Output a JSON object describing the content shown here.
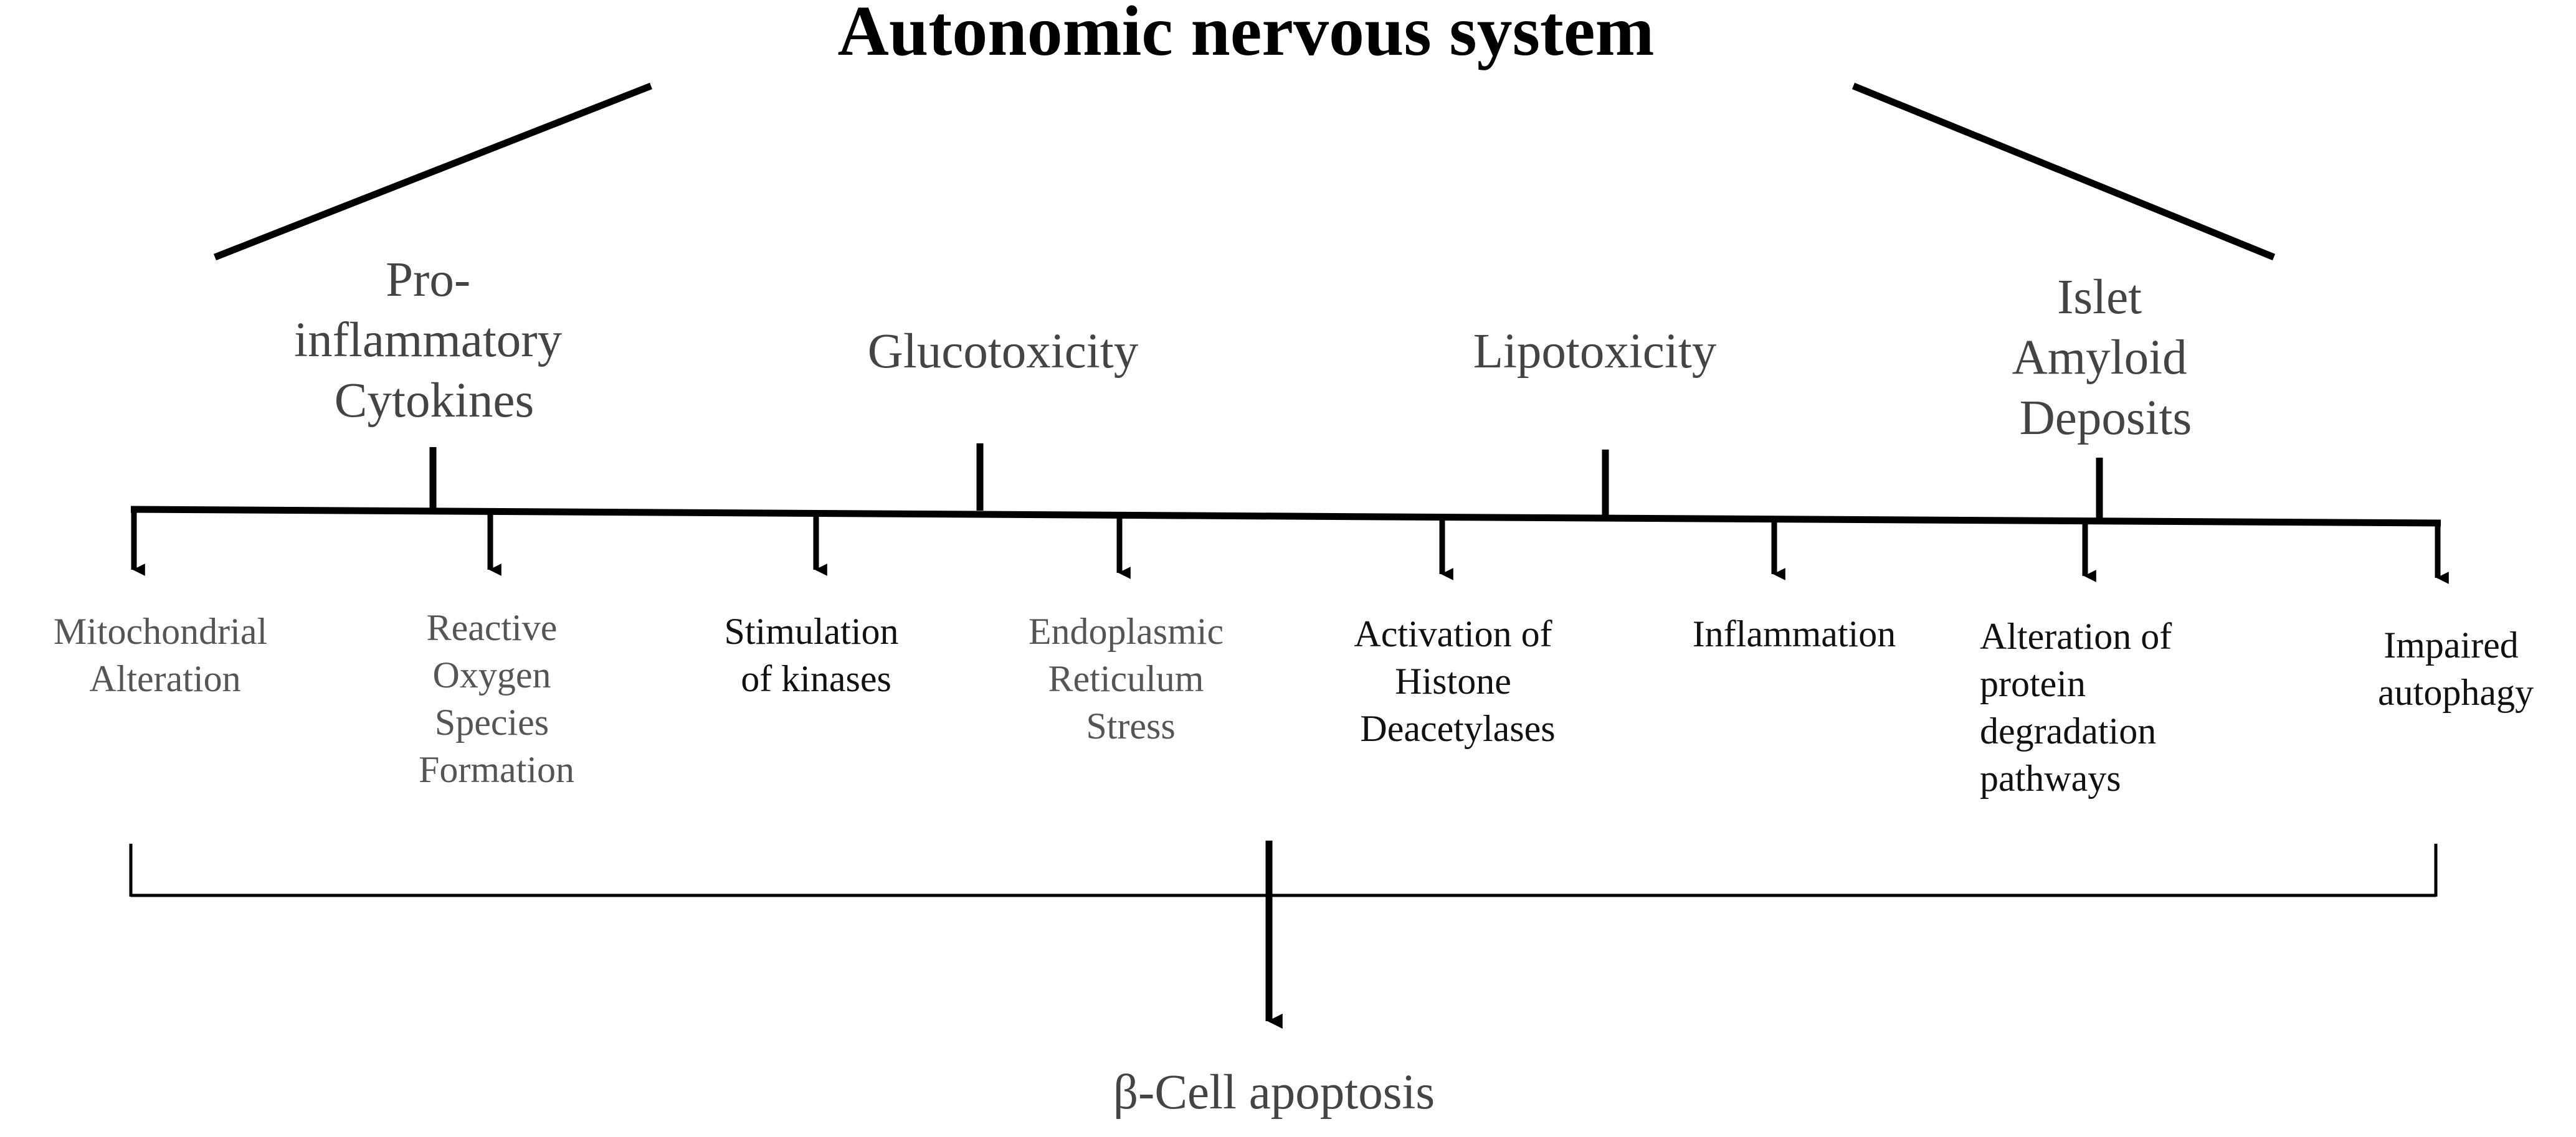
{
  "title": "Autonomic nervous system",
  "factors": [
    {
      "lines": [
        "Pro-",
        "inflammatory",
        "Cytokines"
      ]
    },
    {
      "lines": [
        "Glucotoxicity"
      ]
    },
    {
      "lines": [
        "Lipotoxicity"
      ]
    },
    {
      "lines": [
        "Islet",
        "Amyloid",
        "Deposits"
      ]
    }
  ],
  "effects": [
    {
      "lines": [
        "Mitochondrial",
        "Alteration"
      ]
    },
    {
      "lines": [
        "Reactive",
        "Oxygen",
        "Species",
        "Formation"
      ]
    },
    {
      "lines": [
        "Stimulation",
        "of kinases"
      ]
    },
    {
      "lines": [
        "Endoplasmic",
        "Reticulum",
        "Stress"
      ]
    },
    {
      "lines": [
        "Activation of",
        "Histone",
        "Deacetylases"
      ]
    },
    {
      "lines": [
        "Inflammation"
      ]
    },
    {
      "lines": [
        "Alteration of",
        "protein",
        "degradation",
        "pathways"
      ]
    },
    {
      "lines": [
        "Impaired",
        "autophagy"
      ]
    }
  ],
  "outcome": "β-Cell apoptosis",
  "colors": {
    "line": "#000000",
    "title": "#000000",
    "factor_text": "#444444",
    "effect_text_grey": "#555555",
    "effect_text_dark": "#111111"
  }
}
